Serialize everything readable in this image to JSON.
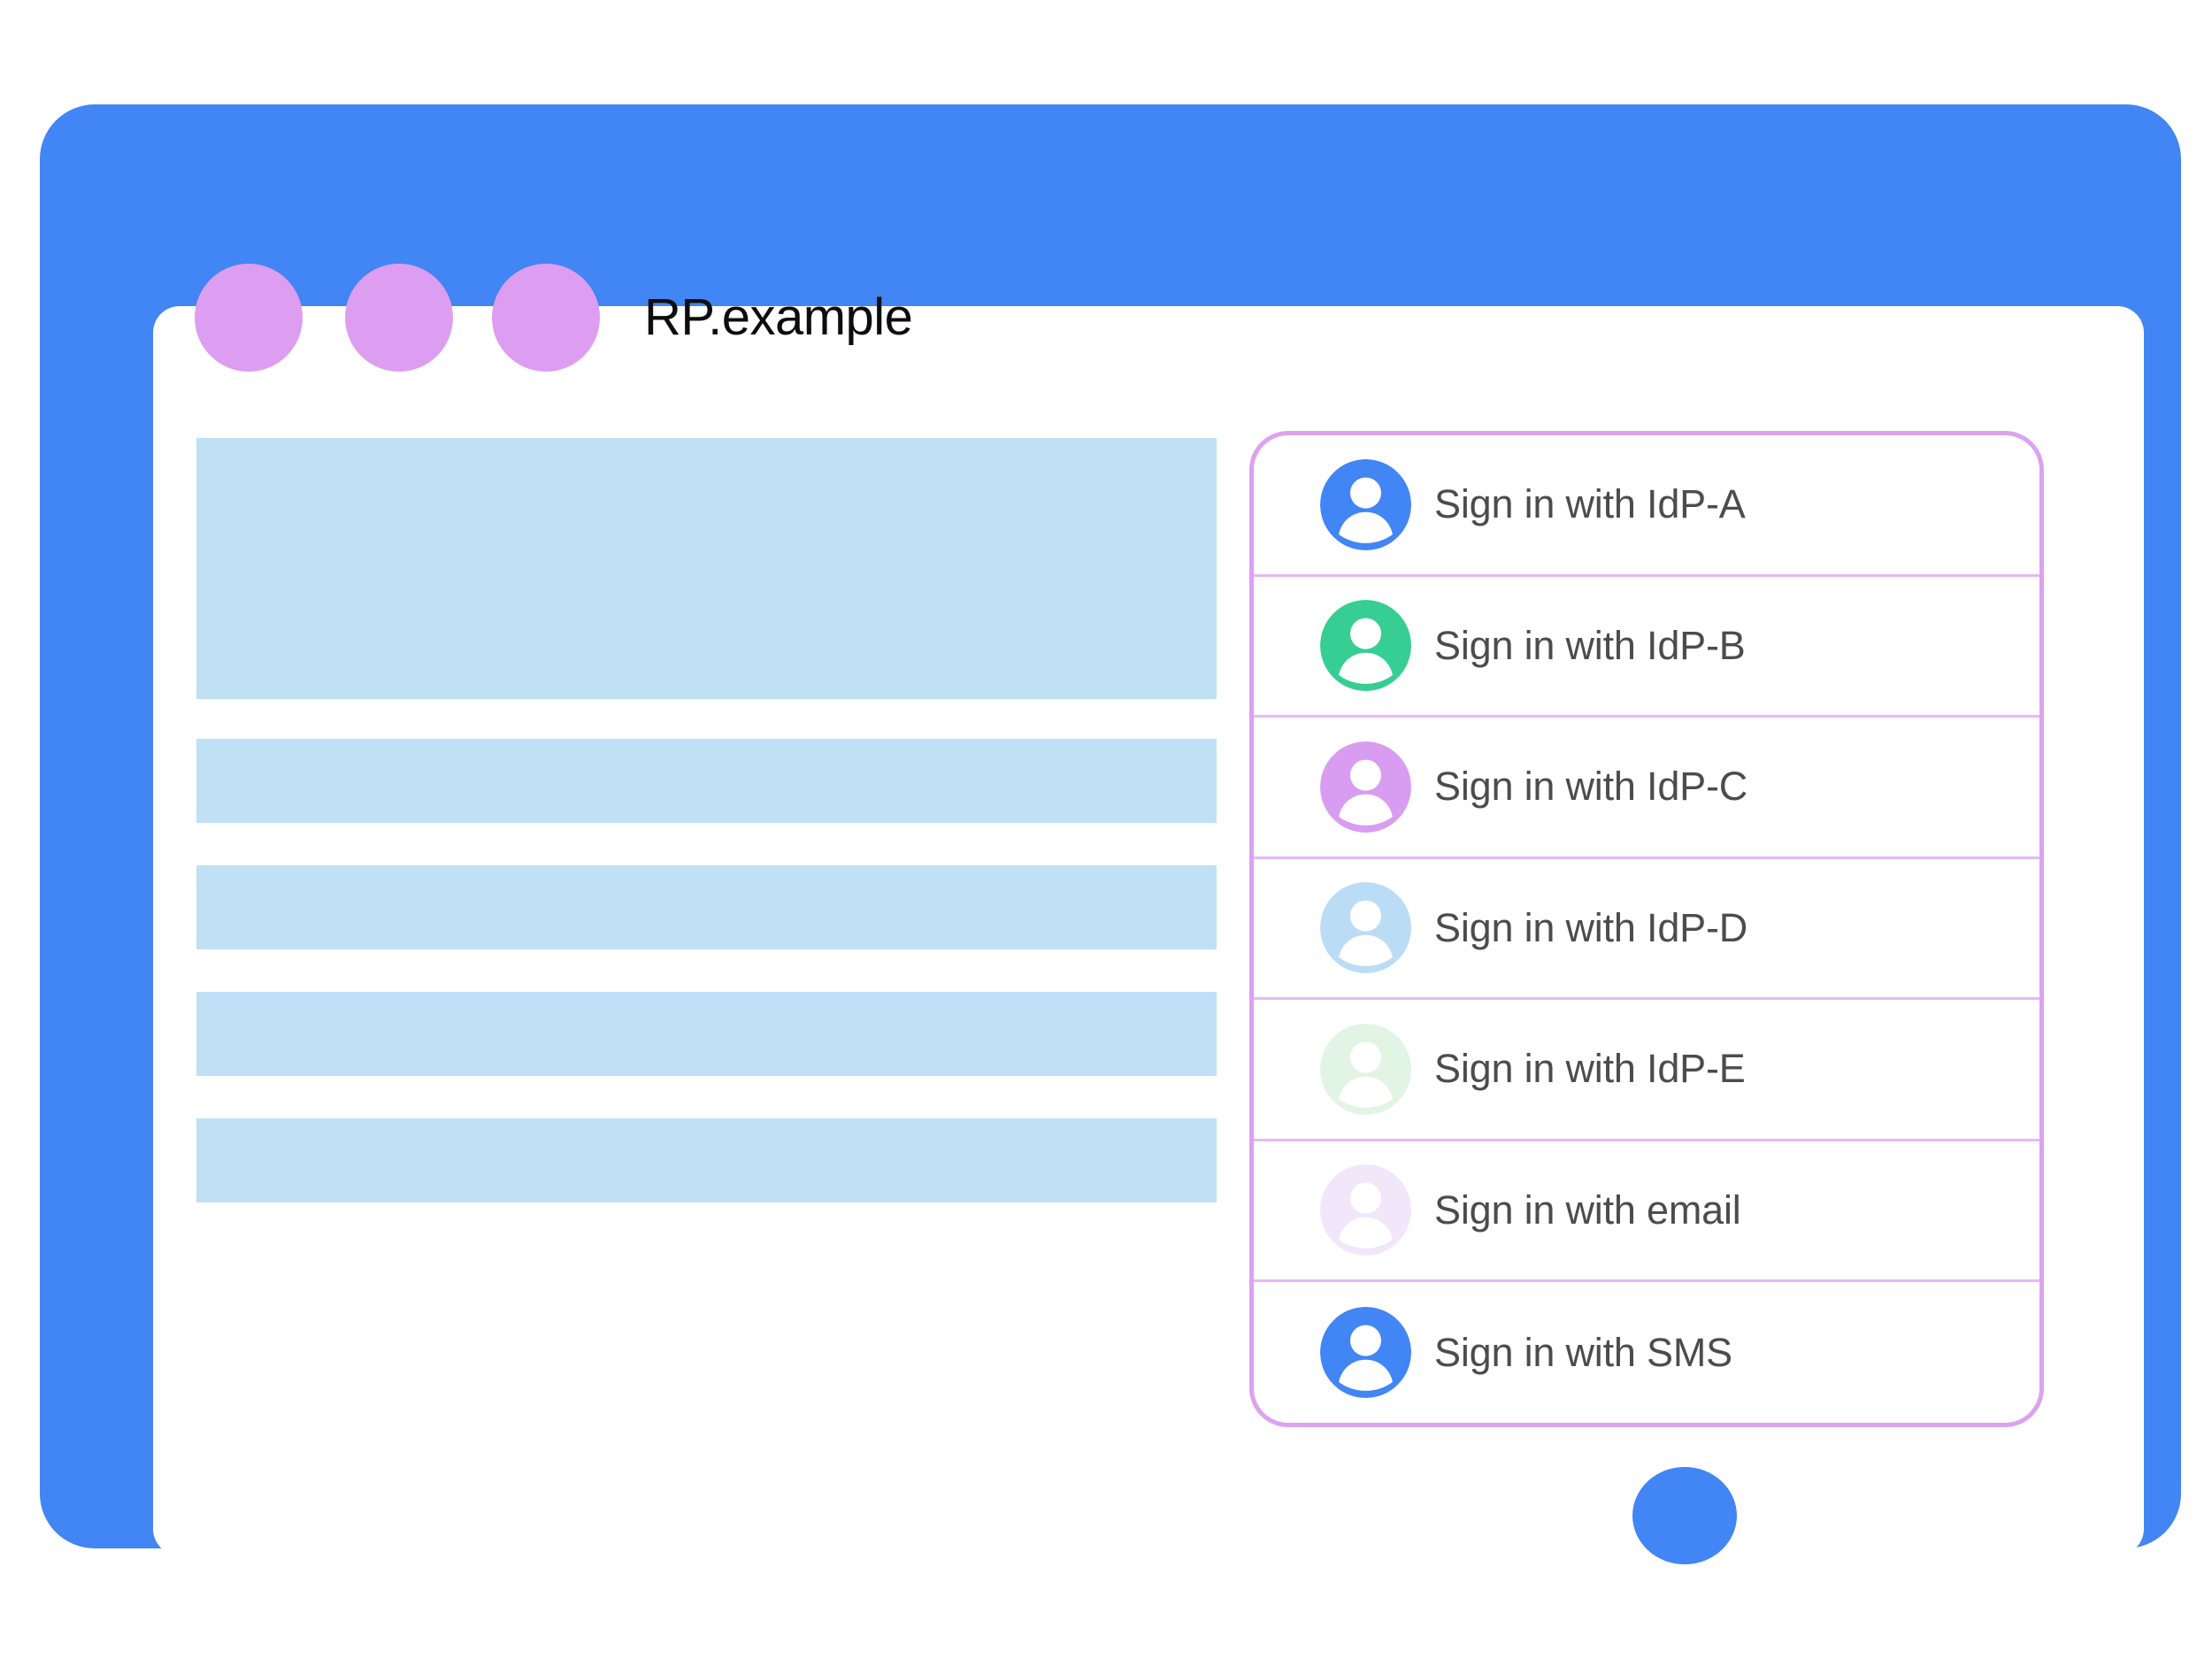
{
  "device": {
    "frame_color": "#4285f4",
    "screen_color": "#ffffff",
    "home_button_name": "home-button"
  },
  "titlebar": {
    "site_title": "RP.example",
    "dots": [
      {
        "name": "window-dot-1",
        "color": "#dd9ef2"
      },
      {
        "name": "window-dot-2",
        "color": "#dd9ef2"
      },
      {
        "name": "window-dot-3",
        "color": "#dd9ef2"
      }
    ]
  },
  "content": {
    "placeholder_color": "#bfe0f5",
    "blocks": [
      {
        "name": "placeholder-hero",
        "kind": "hero"
      },
      {
        "name": "placeholder-bar-1",
        "kind": "bar"
      },
      {
        "name": "placeholder-bar-2",
        "kind": "bar"
      },
      {
        "name": "placeholder-bar-3",
        "kind": "bar"
      },
      {
        "name": "placeholder-bar-4",
        "kind": "bar"
      }
    ]
  },
  "account_panel": {
    "border_color": "#dda2ef",
    "divider_color": "#e8b8f5",
    "text_color": "#4c4c4c",
    "items": [
      {
        "label": "Sign in with IdP-A",
        "avatar_color": "#4285f4",
        "icon": "person-avatar-icon"
      },
      {
        "label": "Sign in with IdP-B",
        "avatar_color": "#36ce92",
        "icon": "person-avatar-icon"
      },
      {
        "label": "Sign in with IdP-C",
        "avatar_color": "#d89cf0",
        "icon": "person-avatar-icon"
      },
      {
        "label": "Sign in with IdP-D",
        "avatar_color": "#bbdcf5",
        "icon": "person-avatar-icon"
      },
      {
        "label": "Sign in with IdP-E",
        "avatar_color": "#e2f4e4",
        "icon": "person-avatar-icon"
      },
      {
        "label": "Sign in with email",
        "avatar_color": "#f2e6fa",
        "icon": "person-avatar-icon"
      },
      {
        "label": "Sign in with SMS",
        "avatar_color": "#4285f4",
        "icon": "person-avatar-icon"
      }
    ]
  }
}
